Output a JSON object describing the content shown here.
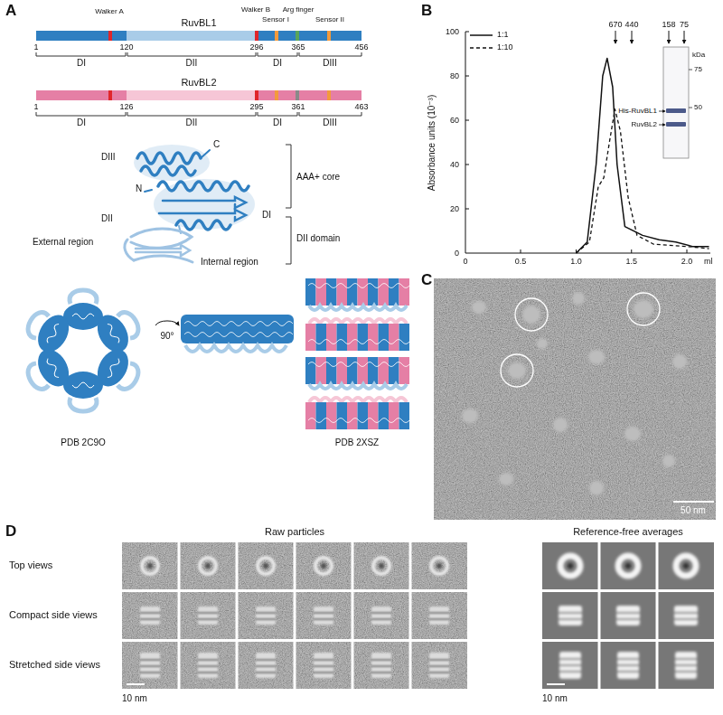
{
  "diagram": {
    "nodes": [
      {
        "text": [
          "RuvBL1"
        ]
      },
      {
        "text": [
          "RuvBL2"
        ]
      }
    ],
    "labels": [
      "A",
      "Walker A",
      "Walker B",
      "Sensor I",
      "Arg finger",
      "Sensor II",
      "1",
      "120",
      "296",
      "365",
      "456",
      "DI",
      "DII",
      "DI",
      "DIII",
      "1",
      "126",
      "295",
      "361",
      "463",
      "DI",
      "DII",
      "DI",
      "DIII",
      "DIII",
      "C",
      "N",
      "DII",
      "DI",
      "External region",
      "Internal region",
      "AAA+ core",
      "DII domain",
      "90°",
      "PDB 2C9O",
      "PDB 2XSZ",
      "B",
      "Absorbance units (10⁻³)",
      "100",
      "80",
      "60",
      "40",
      "20",
      "0",
      "0",
      "0.5",
      "1.0",
      "1.5",
      "2.0",
      "ml",
      "670",
      "440",
      "158",
      "75",
      "kDa",
      "75",
      "50",
      "His-RuvBL1",
      "RuvBL2",
      "C",
      "50 nm",
      "D",
      "Raw particles",
      "Reference-free averages",
      "Top views",
      "Compact side views",
      "Stretched side views",
      "10 nm",
      "10 nm"
    ],
    "legend": [
      {
        "text": "1:1"
      },
      {
        "text": "1:10"
      }
    ]
  }
}
